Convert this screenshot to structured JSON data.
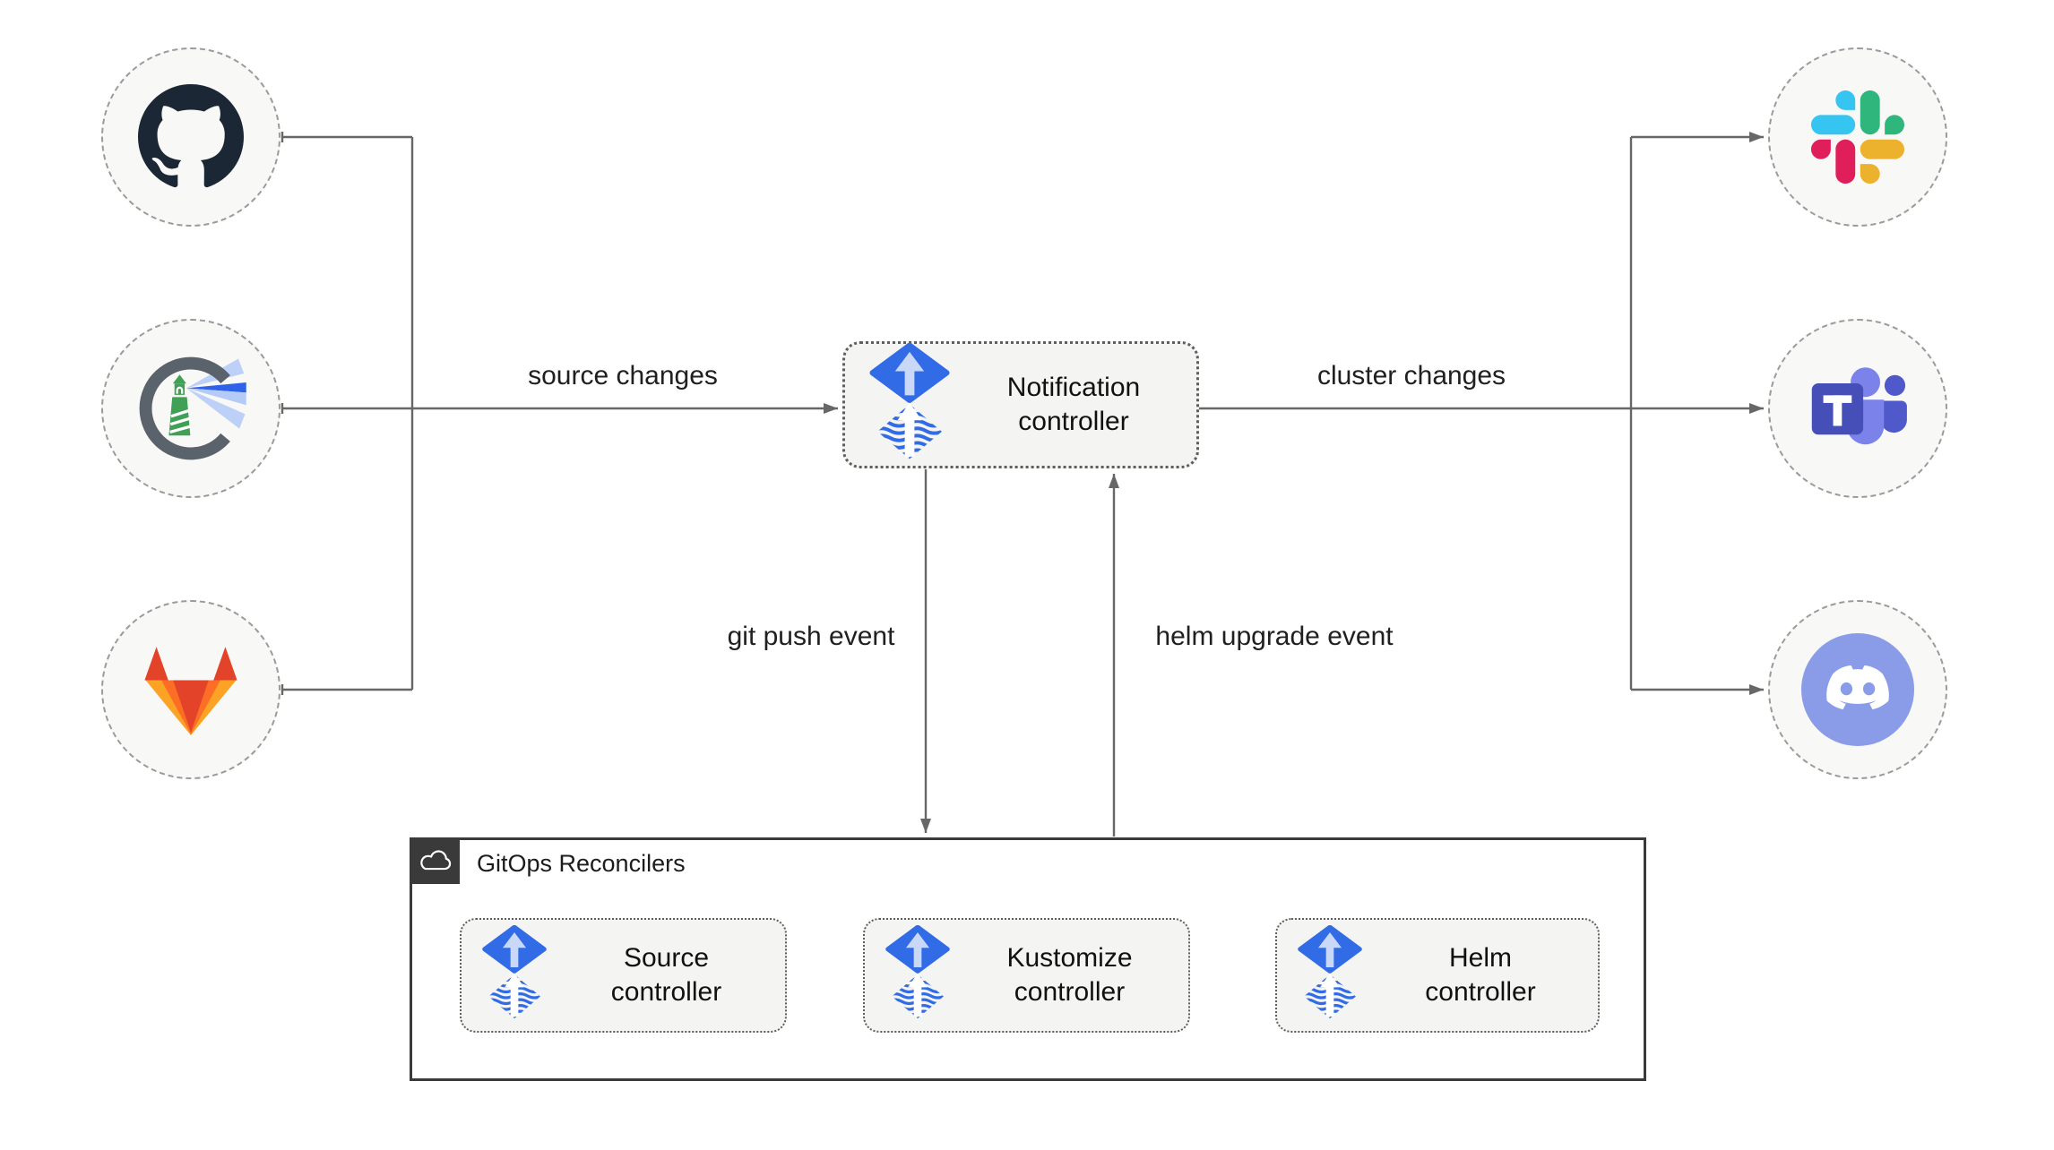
{
  "edges": {
    "source_changes": "source changes",
    "cluster_changes": "cluster changes",
    "git_push_event": "git push event",
    "helm_upgrade_event": "helm upgrade event"
  },
  "notification_controller": {
    "label_line1": "Notification",
    "label_line2": "controller"
  },
  "gitops": {
    "title": "GitOps Reconcilers",
    "controllers": [
      {
        "label_line1": "Source",
        "label_line2": "controller"
      },
      {
        "label_line1": "Kustomize",
        "label_line2": "controller"
      },
      {
        "label_line1": "Helm",
        "label_line2": "controller"
      }
    ]
  },
  "nodes": {
    "sources": [
      {
        "icon": "github-icon"
      },
      {
        "icon": "harbor-icon"
      },
      {
        "icon": "gitlab-icon"
      }
    ],
    "targets": [
      {
        "icon": "slack-icon"
      },
      {
        "icon": "teams-icon"
      },
      {
        "icon": "discord-icon"
      }
    ]
  },
  "colors": {
    "flux_blue": "#316CE6",
    "flux_arrow_light": "#C9D8F6",
    "line_gray": "#676767",
    "node_fill": "#F8F8F6",
    "node_border": "#9B9B9B",
    "box_fill": "#F4F4F3",
    "box_border": "#5E5E5E",
    "container_border": "#3A3A3A",
    "github_dark": "#1B2735",
    "gitlab_red": "#E24329",
    "gitlab_orange": "#FC6D26",
    "gitlab_yellow": "#FCA326",
    "harbor_gray": "#5A626C",
    "harbor_green": "#3FA056",
    "harbor_beam_light": "#BDD0F8",
    "harbor_beam_dark": "#2E62E8",
    "slack_blue": "#36C5F0",
    "slack_green": "#2EB67D",
    "slack_yellow": "#ECB22E",
    "slack_red": "#E01E5A",
    "teams_dark": "#464EB8",
    "teams_light": "#7B83EB",
    "teams_mid": "#5059C9",
    "discord_blurple": "#8A9BE8"
  }
}
